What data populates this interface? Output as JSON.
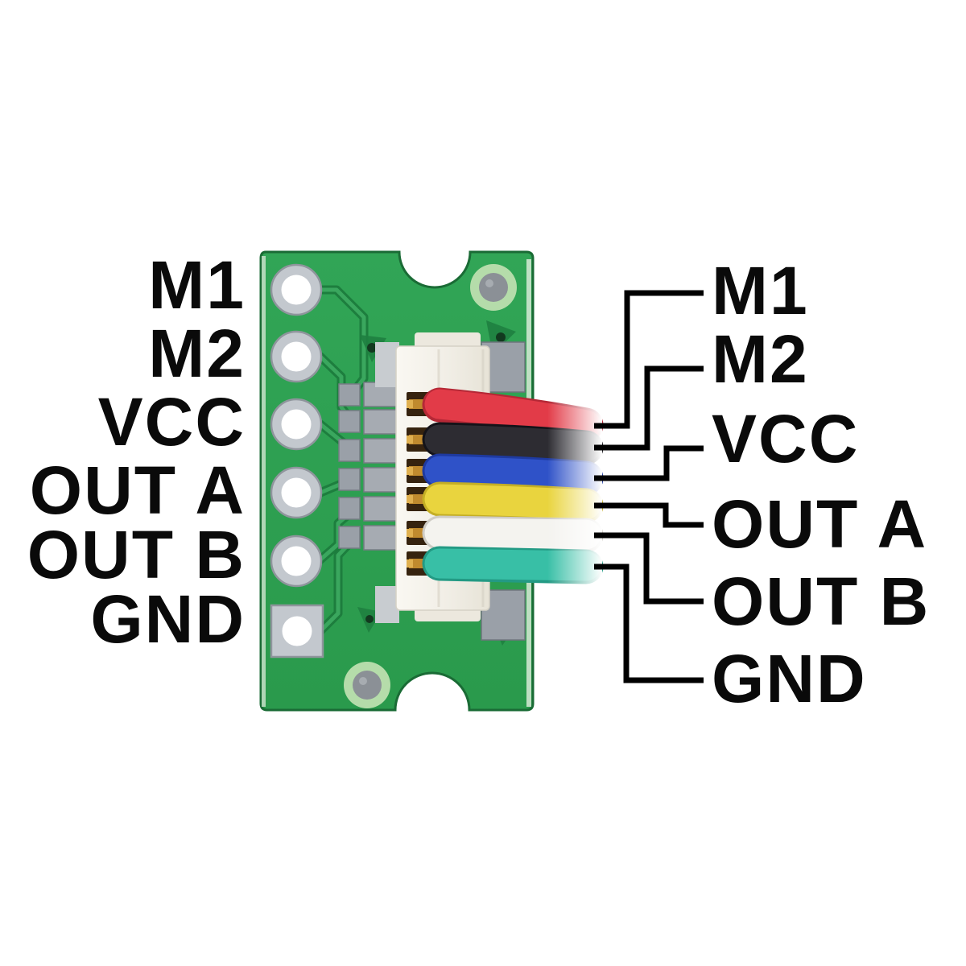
{
  "figure": {
    "type": "pinout-diagram",
    "subject": "6-pin JST cable breakout board pinout",
    "background": "#ffffff",
    "text_color": "#0a0a0a",
    "leader_line_color": "#000000",
    "board": {
      "soldermask": "#2fa053",
      "edge": "#1a6b35",
      "trace_outline": "#1c7a3c",
      "pad_silver": "#c3c8ce",
      "hole_white": "#ffffff",
      "smd_pad": "#9aa0a8",
      "silkscreen_ring": "#b5dcaa",
      "mount_disc": "#8b9096",
      "connector_body": "#f1eee6",
      "pin_gold": "#c08a2e",
      "pin_cavity": "#36230f"
    },
    "pins": [
      {
        "name": "M1",
        "wire": "red",
        "wire_hex": "#e23b48",
        "wire_shadow": "#b52836"
      },
      {
        "name": "M2",
        "wire": "black",
        "wire_hex": "#2d2c32",
        "wire_shadow": "#141319"
      },
      {
        "name": "VCC",
        "wire": "blue",
        "wire_hex": "#2f52c8",
        "wire_shadow": "#1e3aa0"
      },
      {
        "name": "OUT A",
        "wire": "yellow",
        "wire_hex": "#e9d43e",
        "wire_shadow": "#c4ae25"
      },
      {
        "name": "OUT B",
        "wire": "white",
        "wire_hex": "#f4f3ef",
        "wire_shadow": "#cfccc5"
      },
      {
        "name": "GND",
        "wire": "teal",
        "wire_hex": "#38bfa6",
        "wire_shadow": "#239a84"
      }
    ]
  }
}
